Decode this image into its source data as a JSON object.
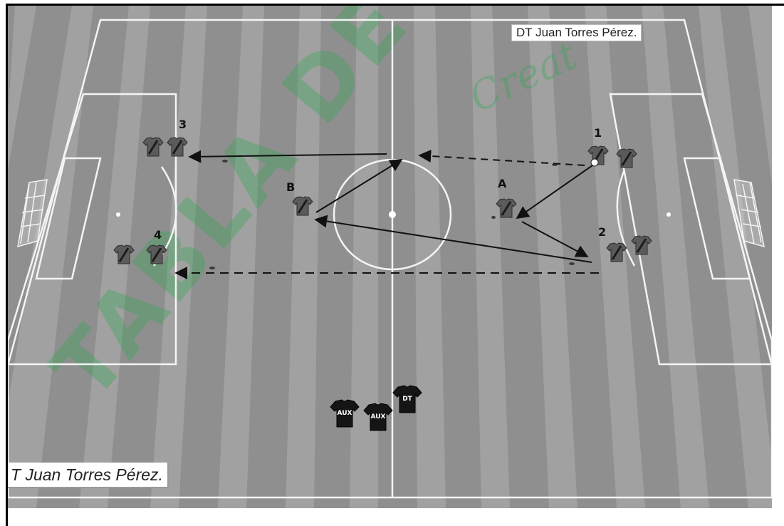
{
  "captions": {
    "top": "DT Juan Torres Pérez.",
    "bottom": "T Juan Torres Pérez."
  },
  "labels": {
    "group_3": "3",
    "group_4": "4",
    "player_b": "B",
    "player_a": "A",
    "group_1": "1",
    "group_2": "2"
  },
  "staff": {
    "aux_1": "AUX",
    "aux_2": "AUX",
    "coach": "DT"
  },
  "watermark": {
    "text": "TABLA DE EJERCICIOS",
    "script": "Creat"
  },
  "colors": {
    "pitch": "#8f8f8f",
    "stripe": "#a3a3a3",
    "lines": "#f4f4f4",
    "arrow": "#111111",
    "watermark": "#2fa84f",
    "player_shirt": "#555555",
    "staff_shirt": "#151515"
  }
}
